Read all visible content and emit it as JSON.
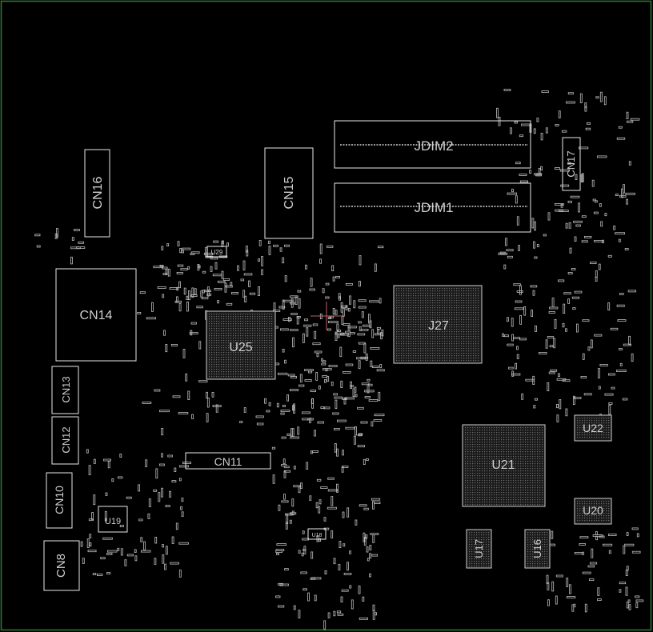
{
  "colors": {
    "background": "#000000",
    "frame": "#2e7d32",
    "outline": "#e8e8e8",
    "label": "#cfcfcf",
    "crosshair": "#c06060"
  },
  "components": {
    "jdim2": "JDIM2",
    "jdim1": "JDIM1",
    "cn16": "CN16",
    "cn15": "CN15",
    "cn14": "CN14",
    "cn17": "CN17",
    "j27": "J27",
    "u25": "U25",
    "cn13": "CN13",
    "cn12": "CN12",
    "cn11": "CN11",
    "cn10": "CN10",
    "cn8": "CN8",
    "u19": "U19",
    "u21": "U21",
    "u22": "U22",
    "u20": "U20",
    "u17": "U17",
    "u16": "U16",
    "u29": "U29",
    "u18": "U18"
  }
}
